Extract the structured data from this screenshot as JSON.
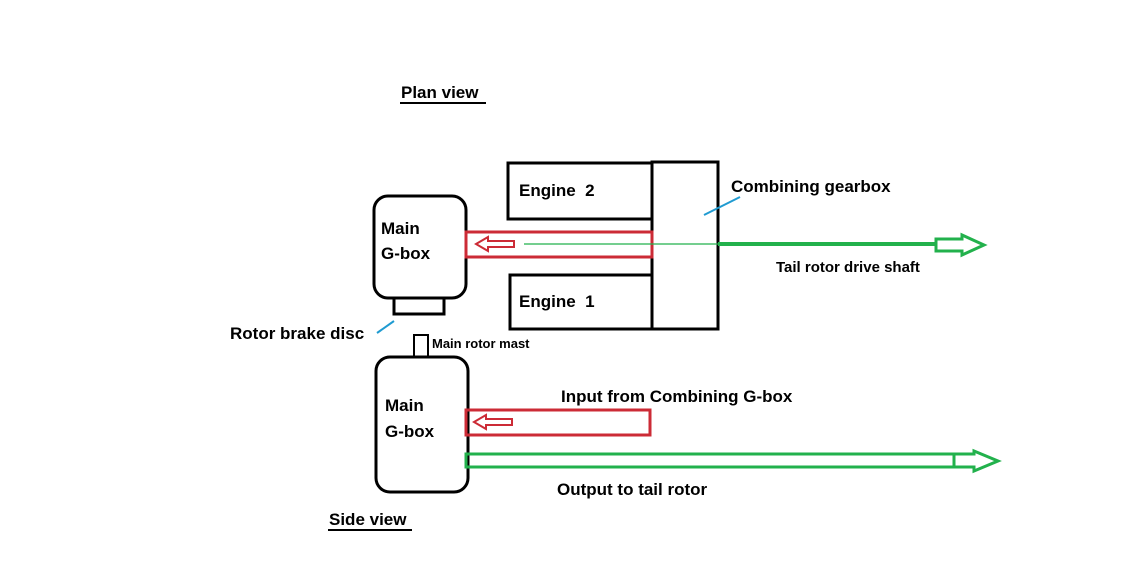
{
  "plan_view": {
    "title": "Plan view",
    "engine_top": "Engine  2",
    "engine_bottom": "Engine  1",
    "combining_gearbox_label": "Combining gearbox",
    "main_gbox_line1": "Main",
    "main_gbox_line2": "G-box",
    "tail_shaft_label": "Tail rotor drive shaft",
    "rotor_brake_label": "Rotor brake disc"
  },
  "side_view": {
    "title": "Side view",
    "mast_label": "Main rotor mast",
    "main_gbox_line1": "Main",
    "main_gbox_line2": "G-box",
    "input_label": "Input from Combining G-box",
    "output_label": "Output to tail rotor"
  },
  "colors": {
    "outline": "#000000",
    "input_arrow": "#cc2b36",
    "output_arrow": "#22b14c",
    "callout_line": "#1f9bd1"
  }
}
